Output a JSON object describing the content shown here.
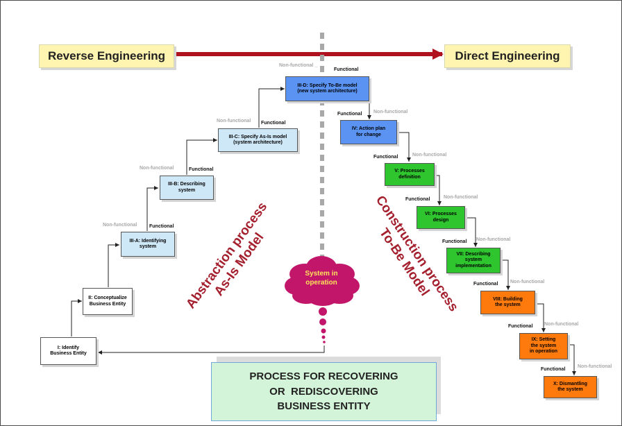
{
  "banners": {
    "left": "Reverse Engineering",
    "right": "Direct Engineering"
  },
  "steps": [
    {
      "name": "step-identify-business-entity",
      "text": "I: Identify\nBusiness Entity",
      "color": "white"
    },
    {
      "name": "step-conceptualize-business-entity",
      "text": "II: Conceptualize\nBusiness Entity",
      "color": "white"
    },
    {
      "name": "step-identifying-system",
      "text": "III-A: Identifying\nsystem",
      "color": "lightblue"
    },
    {
      "name": "step-describing-system",
      "text": "III-B: Describing\nsystem",
      "color": "lightblue"
    },
    {
      "name": "step-specify-as-is-model",
      "text": "III-C: Specify As-Is model\n(system architecture)",
      "color": "lightblue"
    },
    {
      "name": "step-specify-to-be-model",
      "text": "III-D: Specify To-Be model\n(new system architecture)",
      "color": "blue"
    },
    {
      "name": "step-action-plan",
      "text": "IV: Action plan\nfor change",
      "color": "blue"
    },
    {
      "name": "step-processes-definition",
      "text": "V: Processes\ndefinition",
      "color": "green"
    },
    {
      "name": "step-processes-design",
      "text": "VI: Processes\ndesign",
      "color": "green"
    },
    {
      "name": "step-describing-system-implementation",
      "text": "VII: Describing\nsystem\nimplementation",
      "color": "green"
    },
    {
      "name": "step-building-the-system",
      "text": "VIII: Building\nthe system",
      "color": "orange"
    },
    {
      "name": "step-setting-the-system-in-operation",
      "text": "IX: Setting\nthe system\nin operation",
      "color": "orange"
    },
    {
      "name": "step-dismantling-the-system",
      "text": "X: Dismantling\nthe system",
      "color": "orange"
    }
  ],
  "labels": {
    "functional": "Functional",
    "non_functional": "Non-functional",
    "non_functional_truncated": "Non-functional _"
  },
  "rotated": {
    "abstraction_line1": "Abstraction process",
    "abstraction_line2": "As-Is Model",
    "construction_line1": "Construction process",
    "construction_line2": "To-Be Model"
  },
  "cloud": "System in\noperation",
  "process_box": {
    "line1": "PROCESS FOR RECOVERING",
    "line2": "OR  REDISCOVERING",
    "line3": "BUSINESS ENTITY"
  },
  "colors": {
    "white": "#ffffff",
    "lightblue": "#cfe8f7",
    "blue": "#5b93f2",
    "green": "#2ec52e",
    "orange": "#ff7a0d",
    "arrow": "#b0111e",
    "cloud": "#c2166b",
    "banner": "#fff4b0",
    "rotated_text": "#a4202e"
  }
}
